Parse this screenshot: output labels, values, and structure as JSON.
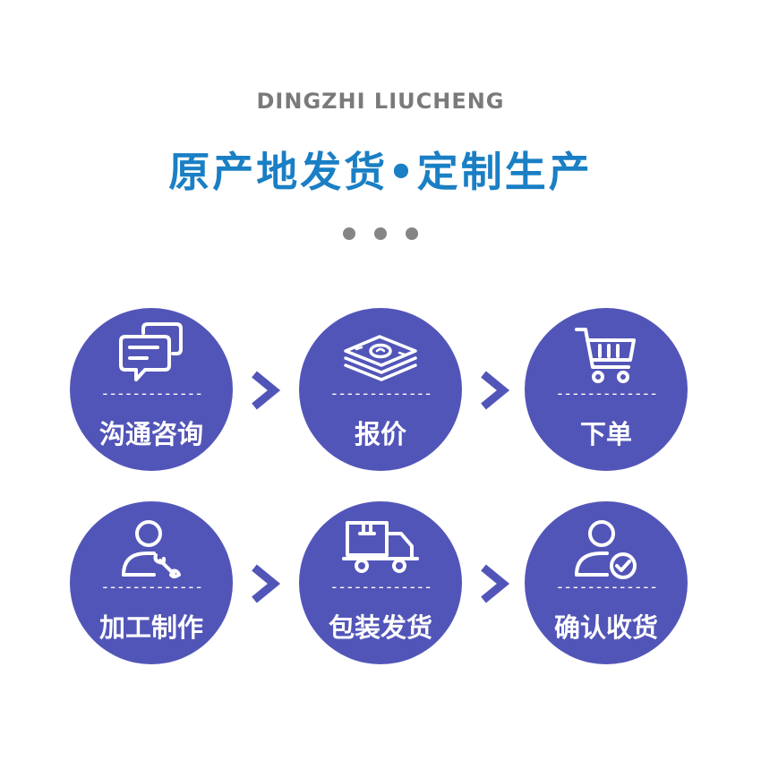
{
  "header": {
    "subtitle": "DINGZHI LIUCHENG",
    "title": "原产地发货•定制生产"
  },
  "colors": {
    "circle": "#5255b8",
    "title": "#1a7fc4",
    "subtitle": "#7a7a7a",
    "dots": "#858585"
  },
  "steps": [
    {
      "label": "沟通咨询",
      "icon": "chat-bubbles-icon",
      "divider": "-------------"
    },
    {
      "label": "报价",
      "icon": "money-stack-icon",
      "divider": "-------------"
    },
    {
      "label": "下单",
      "icon": "shopping-cart-icon",
      "divider": "-------------"
    },
    {
      "label": "加工制作",
      "icon": "worker-wrench-icon",
      "divider": "-------------"
    },
    {
      "label": "包装发货",
      "icon": "delivery-truck-icon",
      "divider": "-------------"
    },
    {
      "label": "确认收货",
      "icon": "user-check-icon",
      "divider": "-------------"
    }
  ]
}
